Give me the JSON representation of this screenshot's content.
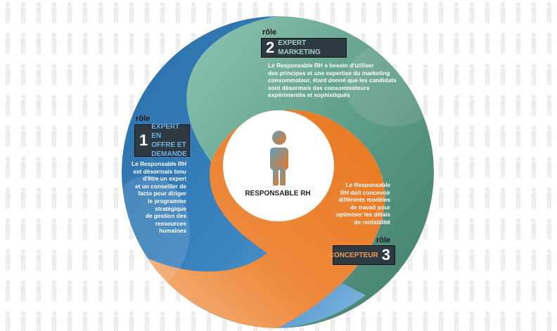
{
  "role_word": "rôle",
  "center": {
    "label": "RESPONSABLE RH"
  },
  "roles": [
    {
      "number": "1",
      "title": "EXPERT EN OFFRE ET DEMANDE",
      "title_lines": [
        "EXPERT EN",
        "OFFRE ET",
        "DEMANDE"
      ],
      "color": "#3a7fb8",
      "description_lines": [
        "Le Responsable RH",
        "est désormais tenu",
        "d'être un expert",
        "et un conseiller de",
        "facto pour diriger",
        "le programme",
        "stratégique",
        "de gestion des",
        "ressources",
        "humaines"
      ]
    },
    {
      "number": "2",
      "title": "EXPERT MARKETING",
      "title_lines": [
        "EXPERT MARKETING"
      ],
      "color": "#5f9e88",
      "description_lines": [
        "Le Responsable RH a besoin d'utiliser",
        "des principes et une expertise du marketing",
        "consommateur, étant donné que les candidats",
        "sont désormais des consommateurs",
        "expérimentés et sophistiqués"
      ]
    },
    {
      "number": "3",
      "title": "CONCEPTEUR",
      "title_lines": [
        "CONCEPTEUR"
      ],
      "color": "#e87722",
      "description_lines": [
        "Le Responsable",
        "RH doit concevoir",
        "différents modèles",
        "de travail pour",
        "optimiser les délais",
        "de rentabilité"
      ]
    }
  ],
  "colors": {
    "blue": "#3a7fb8",
    "teal": "#5f9e88",
    "orange": "#e87722",
    "box": "#2d3a42",
    "person_icon": "gradient-teal-orange"
  }
}
